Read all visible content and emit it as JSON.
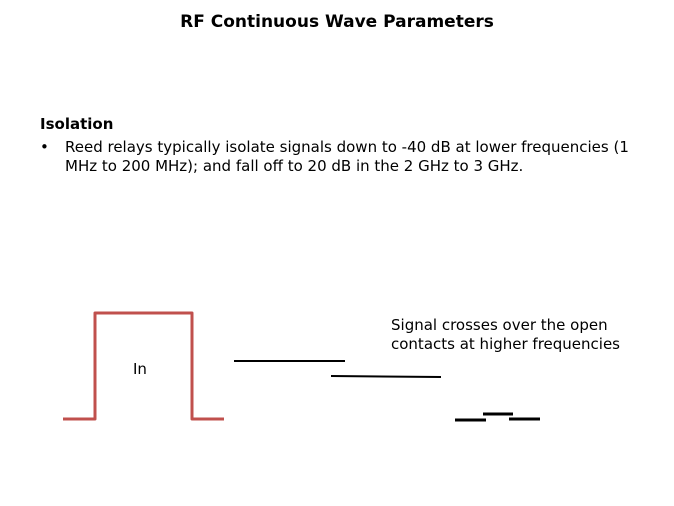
{
  "slide": {
    "title": "RF Continuous Wave Parameters",
    "section_heading": "Isolation",
    "bullets": [
      {
        "marker": "•",
        "text": "Reed relays typically isolate signals down to -40 dB at lower frequencies (1 MHz to 200 MHz); and fall off to 20 dB in the 2 GHz to 3 GHz."
      }
    ]
  },
  "diagram": {
    "input_label": "In",
    "caption": "Signal crosses over the open contacts at higher frequencies",
    "colors": {
      "input_pulse": "#C0504D",
      "output_lines": "#000000"
    }
  }
}
